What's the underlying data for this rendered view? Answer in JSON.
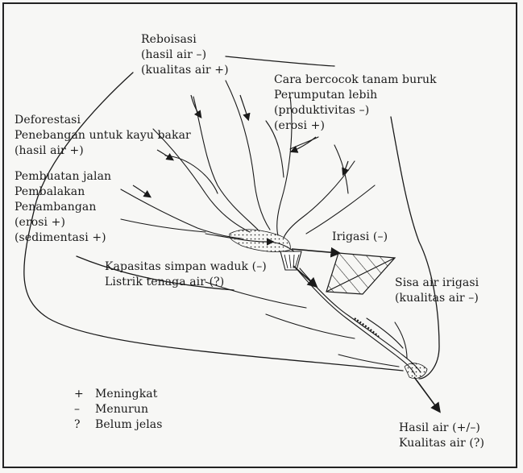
{
  "reboisasi": [
    "Reboisasi",
    "(hasil air –)",
    "(kualitas air +)"
  ],
  "cara_bercocok": [
    "Cara bercocok tanam buruk",
    "Perumputan lebih",
    "(produktivitas –)",
    "(erosi +)"
  ],
  "deforestasi": [
    "Deforestasi",
    "Penebangan untuk kayu bakar",
    "(hasil air +)"
  ],
  "pembuatan_jalan": [
    "Pembuatan jalan",
    "Pembalakan",
    "Penambangan",
    "(erosi +)",
    "(sedimentasi +)"
  ],
  "irigasi": "Irigasi (–)",
  "kapasitas": [
    "Kapasitas simpan waduk (–)",
    "Listrik tenaga air (?)"
  ],
  "sisa_air": [
    "Sisa air irigasi",
    "(kualitas air –)"
  ],
  "hasil_air": [
    "Hasil air (+/–)",
    "Kualitas air (?)"
  ],
  "legend": [
    {
      "symbol": "+",
      "text": "Meningkat"
    },
    {
      "symbol": "–",
      "text": "Menurun"
    },
    {
      "symbol": "?",
      "text": "Belum jelas"
    }
  ],
  "colors": {
    "ink": "#1a1a1a",
    "background": "#f7f7f5"
  }
}
